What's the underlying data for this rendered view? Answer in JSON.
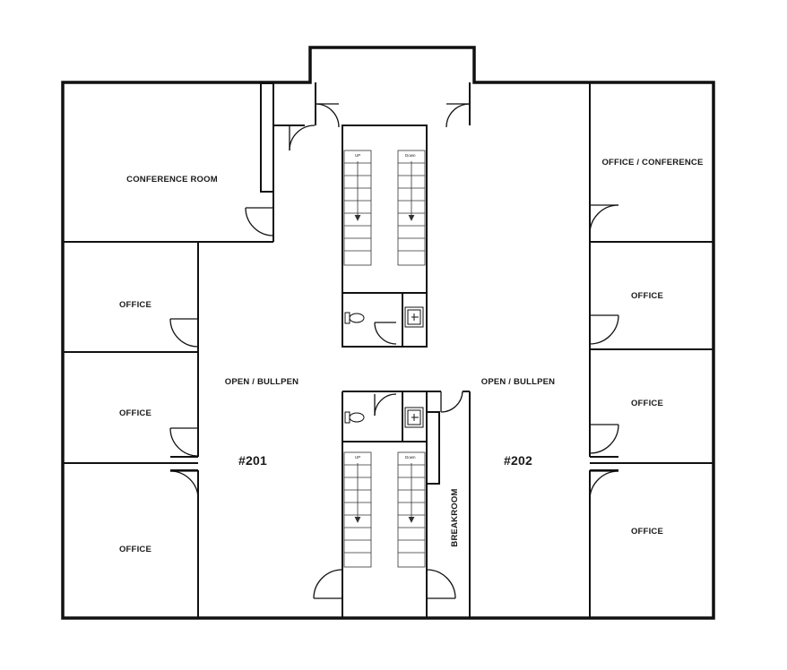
{
  "rooms": {
    "conference_room": "CONFERENCE ROOM",
    "office_conference": "OFFICE / CONFERENCE",
    "office_left_1": "OFFICE",
    "office_left_2": "OFFICE",
    "office_left_3": "OFFICE",
    "office_right_1": "OFFICE",
    "office_right_2": "OFFICE",
    "office_right_3": "OFFICE",
    "open_bullpen_left": "OPEN / BULLPEN",
    "open_bullpen_right": "OPEN / BULLPEN",
    "breakroom": "BREAKROOM"
  },
  "units": {
    "left": "#201",
    "right": "#202"
  },
  "stairs": {
    "up_label": "UP",
    "down_label": "Down"
  }
}
